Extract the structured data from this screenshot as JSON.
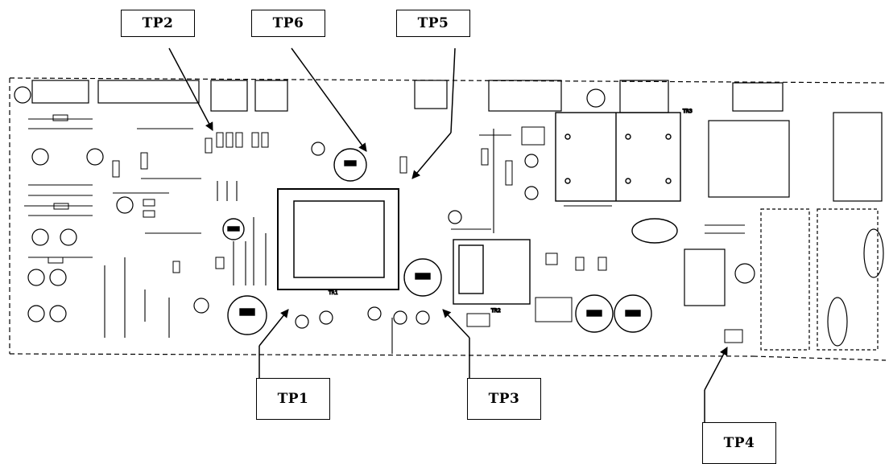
{
  "test_points": [
    {
      "id": "tp1",
      "label": "TP1"
    },
    {
      "id": "tp2",
      "label": "TP2"
    },
    {
      "id": "tp3",
      "label": "TP3"
    },
    {
      "id": "tp4",
      "label": "TP4"
    },
    {
      "id": "tp5",
      "label": "TP5"
    },
    {
      "id": "tp6",
      "label": "TP6"
    }
  ],
  "board_labels": {
    "transformer_1": "TR1",
    "transformer_2": "TR2",
    "transformer_3": "TR3"
  },
  "colors": {
    "line": "#000000",
    "background": "#ffffff"
  }
}
